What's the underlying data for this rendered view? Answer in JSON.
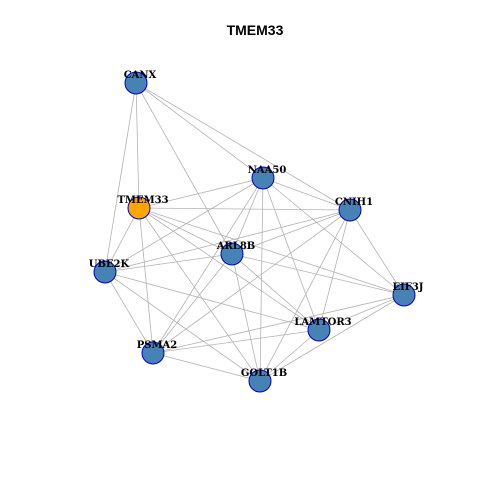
{
  "title": "TMEM33",
  "colors": {
    "edge": "#b3b3b3",
    "node_fill": "#4682b4",
    "node_stroke": "#0000cd",
    "focus_fill": "#ffa500",
    "focus_stroke": "#0000cd",
    "label": "#000000",
    "background": "#ffffff"
  },
  "graph": {
    "focus_node": "TMEM33",
    "nodes": [
      {
        "id": "CANX",
        "label": "CANX"
      },
      {
        "id": "NAA50",
        "label": "NAA50"
      },
      {
        "id": "TMEM33",
        "label": "TMEM33"
      },
      {
        "id": "CNIH1",
        "label": "CNIH1"
      },
      {
        "id": "ARL8B",
        "label": "ARL8B"
      },
      {
        "id": "UBE2K",
        "label": "UBE2K"
      },
      {
        "id": "EIF3J",
        "label": "EIF3J"
      },
      {
        "id": "LAMTOR3",
        "label": "LAMTOR3"
      },
      {
        "id": "PSMA2",
        "label": "PSMA2"
      },
      {
        "id": "GOLT1B",
        "label": "GOLT1B"
      }
    ],
    "edges": [
      [
        "CANX",
        "TMEM33"
      ],
      [
        "CANX",
        "UBE2K"
      ],
      [
        "CANX",
        "NAA50"
      ],
      [
        "CANX",
        "CNIH1"
      ],
      [
        "CANX",
        "ARL8B"
      ],
      [
        "TMEM33",
        "NAA50"
      ],
      [
        "TMEM33",
        "CNIH1"
      ],
      [
        "TMEM33",
        "ARL8B"
      ],
      [
        "TMEM33",
        "UBE2K"
      ],
      [
        "TMEM33",
        "PSMA2"
      ],
      [
        "TMEM33",
        "GOLT1B"
      ],
      [
        "TMEM33",
        "LAMTOR3"
      ],
      [
        "TMEM33",
        "EIF3J"
      ],
      [
        "NAA50",
        "CNIH1"
      ],
      [
        "NAA50",
        "ARL8B"
      ],
      [
        "NAA50",
        "UBE2K"
      ],
      [
        "NAA50",
        "PSMA2"
      ],
      [
        "NAA50",
        "GOLT1B"
      ],
      [
        "NAA50",
        "LAMTOR3"
      ],
      [
        "NAA50",
        "EIF3J"
      ],
      [
        "CNIH1",
        "ARL8B"
      ],
      [
        "CNIH1",
        "UBE2K"
      ],
      [
        "CNIH1",
        "PSMA2"
      ],
      [
        "CNIH1",
        "GOLT1B"
      ],
      [
        "CNIH1",
        "LAMTOR3"
      ],
      [
        "CNIH1",
        "EIF3J"
      ],
      [
        "ARL8B",
        "UBE2K"
      ],
      [
        "ARL8B",
        "PSMA2"
      ],
      [
        "ARL8B",
        "GOLT1B"
      ],
      [
        "ARL8B",
        "LAMTOR3"
      ],
      [
        "ARL8B",
        "EIF3J"
      ],
      [
        "UBE2K",
        "PSMA2"
      ],
      [
        "UBE2K",
        "GOLT1B"
      ],
      [
        "UBE2K",
        "LAMTOR3"
      ],
      [
        "PSMA2",
        "GOLT1B"
      ],
      [
        "PSMA2",
        "EIF3J"
      ],
      [
        "PSMA2",
        "LAMTOR3"
      ],
      [
        "GOLT1B",
        "LAMTOR3"
      ],
      [
        "GOLT1B",
        "EIF3J"
      ],
      [
        "LAMTOR3",
        "EIF3J"
      ]
    ]
  }
}
